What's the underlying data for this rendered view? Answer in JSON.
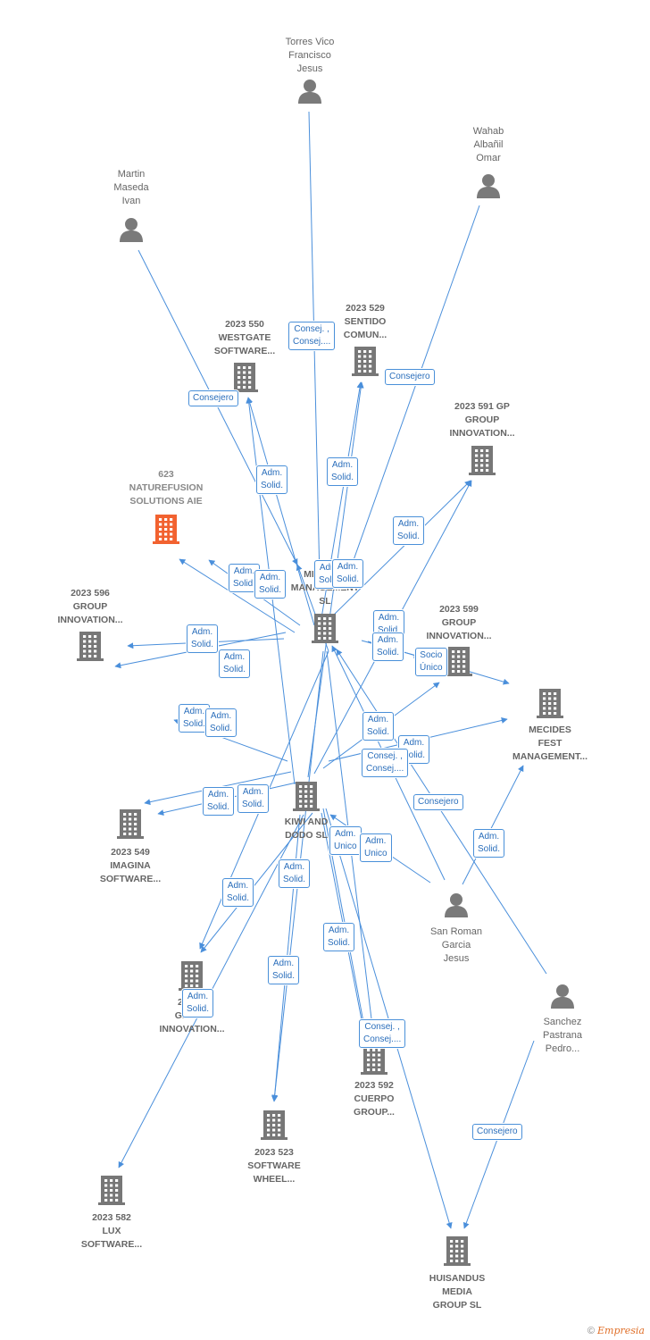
{
  "colors": {
    "edge": "#4a8fdb",
    "company": "#777777",
    "person": "#7a7a7a",
    "highlight": "#f26230"
  },
  "nodes": [
    {
      "id": "torres",
      "type": "person",
      "label": "Torres Vico\nFrancisco\nJesus"
    },
    {
      "id": "wahab",
      "type": "person",
      "label": "Wahab\nAlbañil\nOmar"
    },
    {
      "id": "martin",
      "type": "person",
      "label": "Martin\nMaseda\nIvan"
    },
    {
      "id": "c550",
      "type": "company",
      "label": "2023 550\nWESTGATE\nSOFTWARE..."
    },
    {
      "id": "c529",
      "type": "company",
      "label": "2023 529\nSENTIDO\nCOMUN..."
    },
    {
      "id": "c591",
      "type": "company",
      "label": "2023 591 GP\nGROUP\nINNOVATION..."
    },
    {
      "id": "c623",
      "type": "company",
      "highlight": true,
      "label": "623\nNATUREFUSION\nSOLUTIONS AIE"
    },
    {
      "id": "mecides_mana",
      "type": "company",
      "label": "MECIDES\nMANAGEMENT\nSL"
    },
    {
      "id": "c596",
      "type": "company",
      "label": "2023 596\nGROUP\nINNOVATION..."
    },
    {
      "id": "c599",
      "type": "company",
      "label": "2023 599\nGROUP\nINNOVATION..."
    },
    {
      "id": "mecides_fest",
      "type": "company",
      "label": "MECIDES\nFEST\nMANAGEMENT..."
    },
    {
      "id": "kiwi",
      "type": "company",
      "label": "KIWI AND\nDODO SL"
    },
    {
      "id": "c549",
      "type": "company",
      "label": "2023 549\nIMAGINA\nSOFTWARE..."
    },
    {
      "id": "sanroman",
      "type": "person",
      "label": "San Roman\nGarcia\nJesus"
    },
    {
      "id": "sanchez",
      "type": "person",
      "label": "Sanchez\nPastrana\nPedro..."
    },
    {
      "id": "c20xx",
      "type": "company",
      "label": "2023...\nGROUP\nINNOVATION..."
    },
    {
      "id": "c592",
      "type": "company",
      "label": "2023 592\nCUERPO\nGROUP..."
    },
    {
      "id": "c523",
      "type": "company",
      "label": "2023 523\nSOFTWARE\nWHEEL..."
    },
    {
      "id": "c582",
      "type": "company",
      "label": "2023 582\nLUX\nSOFTWARE..."
    },
    {
      "id": "huisandus",
      "type": "company",
      "label": "HUISANDUS\nMEDIA\nGROUP SL"
    }
  ],
  "edge_labels": [
    "Consej. ,\nConsej....",
    "Consejero",
    "Consejero",
    "Adm.\nSolid.",
    "Adm.\nSolid.",
    "Adm.\nSolid.",
    "Adm.\nSolid.",
    "Adm.\nSolid.",
    "Adm.\nSolid.",
    "Adm.\nSolid.",
    "Adm.\nSolid.",
    "Adm.\nSolid.",
    "Adm.\nSolid.",
    "Socio\nÚnico",
    "Adm.\nSolid.",
    "Adm.\nSolid.",
    "Adm.\nSolid.",
    "Adm.\nSolid.",
    "Consej. ,\nConsej....",
    "Adm.\nSolid.",
    "Consejero",
    "Adm.\nSolid.",
    "Adm.\nSolid.",
    "Adm.\nSolid.",
    "Adm.\nUnico",
    "Adm.\nUnico",
    "Adm.\nSolid.",
    "Adm.\nSolid.",
    "Adm.\nSolid.",
    "Adm.\nSolid.",
    "Adm.\nSolid.",
    "Consej. ,\nConsej....",
    "Consejero"
  ],
  "footer": {
    "copyright": "©",
    "brand": "Empresia"
  }
}
